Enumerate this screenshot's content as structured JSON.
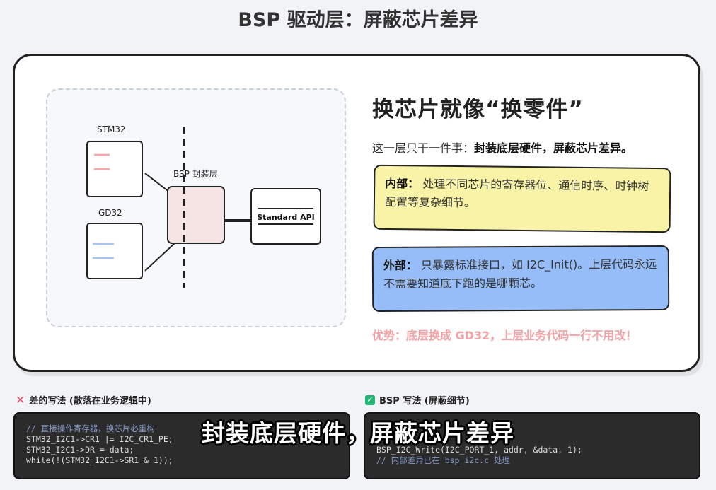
{
  "title": "BSP 驱动层：屏蔽芯片差异",
  "diagram": {
    "chip_a": "STM32",
    "chip_b": "GD32",
    "layer_label": "BSP 封装层",
    "api_label": "Standard API",
    "colors": {
      "chip_a_lines": "#f4a6a8",
      "chip_b_lines": "#a7c4f4",
      "bsp_fill": "#f6e3e3"
    }
  },
  "text": {
    "headline": "换芯片就像“换零件”",
    "intro_plain": "这一层只干一件事：",
    "intro_bold": "封装底层硬件，屏蔽芯片差异。",
    "inner_label": "内部：",
    "inner_text": " 处理不同芯片的寄存器位、通信时序、时钟树配置等复杂细节。",
    "outer_label": "外部：",
    "outer_text": " 只暴露标准接口，如 I2C_Init()。上层代码永远不需要知道底下跑的是哪颗芯。",
    "advantage": "优势：底层换成 GD32，上层业务代码一行不用改！"
  },
  "bad": {
    "icon": "cross-icon",
    "label": "差的写法 (散落在业务逻辑中)",
    "code": [
      "// 直接操作寄存器，换芯片必重构",
      "STM32_I2C1->CR1 |= I2C_CR1_PE;",
      "STM32_I2C1->DR = data;",
      "while(!(STM32_I2C1->SR1 & 1));"
    ]
  },
  "good": {
    "icon": "check-icon",
    "label": "BSP 写法 (屏蔽细节)",
    "code": [
      "BSP_I2C_Write(I2C_PORT_1, addr, &data, 1);",
      "// 内部差异已在 bsp_i2c.c 处理"
    ]
  },
  "subtitle": "封装底层硬件，屏蔽芯片差异"
}
